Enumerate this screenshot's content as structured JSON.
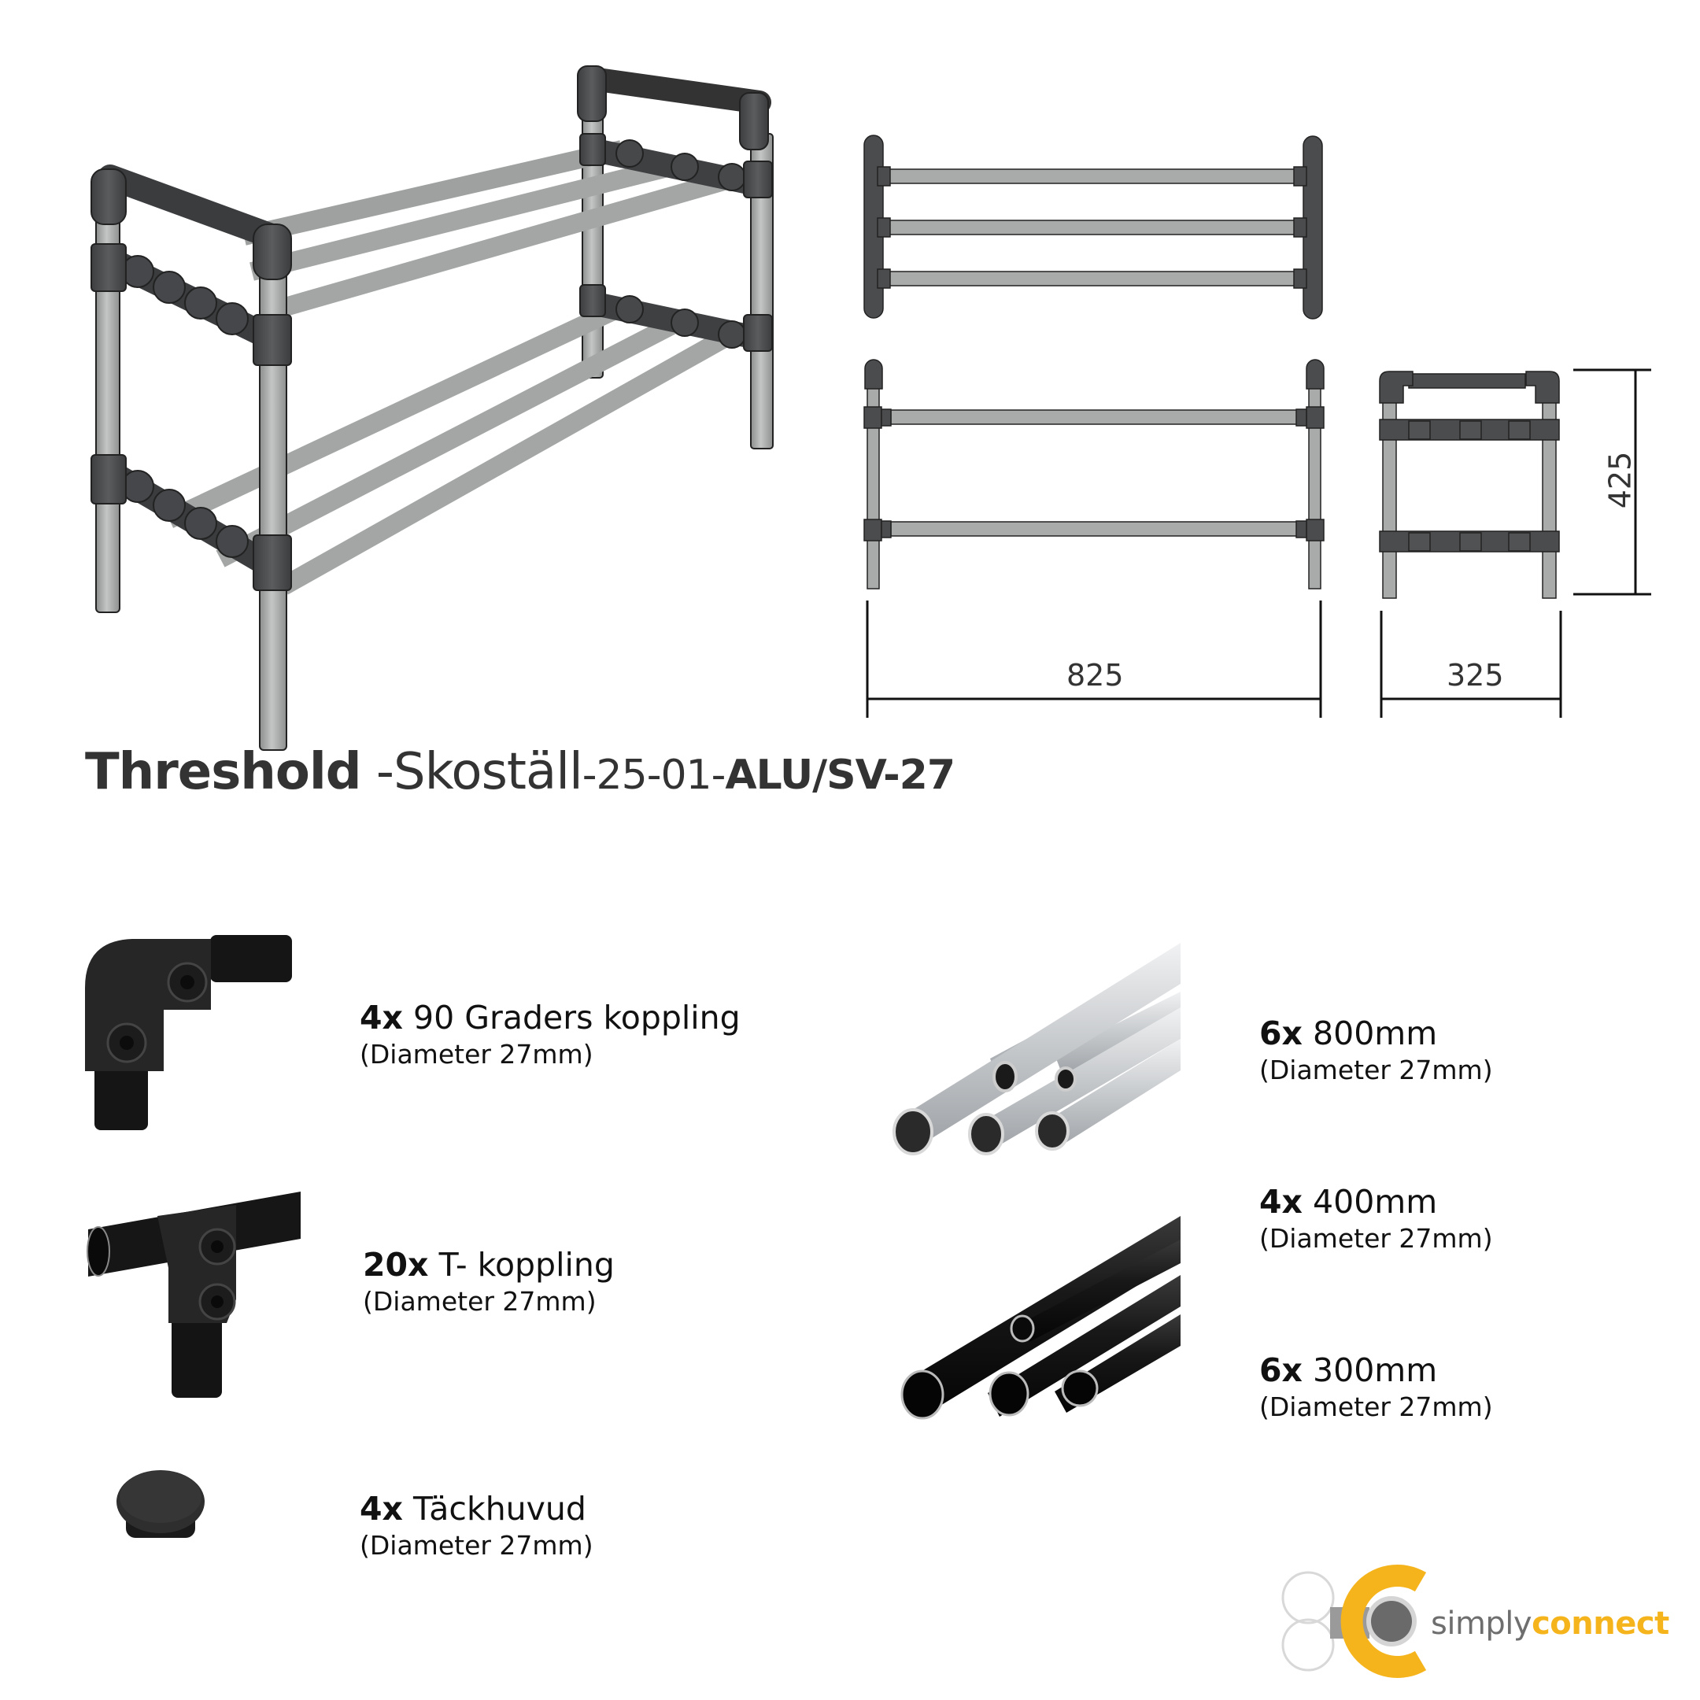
{
  "product": {
    "title_brand": "Threshold",
    "title_separator": " -",
    "title_name": "Skoställ",
    "title_code": "-25-01-",
    "title_variant": "ALU/SV-27"
  },
  "drawings": {
    "views": [
      "isometric",
      "top",
      "front",
      "side"
    ],
    "dimensions": {
      "width": "825",
      "depth": "325",
      "height": "425"
    },
    "colors": {
      "fitting": "#4a4c4e",
      "tube": "#a9abab",
      "outline": "#2a2a2a",
      "dimension_line": "#111111"
    }
  },
  "parts_left": [
    {
      "qty": "4x",
      "name": "90 Graders koppling",
      "spec": "(Diameter 27mm)",
      "icon": "elbow-fitting-icon"
    },
    {
      "qty": "20x",
      "name": "T- koppling",
      "spec": "(Diameter 27mm)",
      "icon": "tee-fitting-icon"
    },
    {
      "qty": "4x",
      "name": "Täckhuvud",
      "spec": "(Diameter 27mm)",
      "icon": "end-cap-icon"
    }
  ],
  "parts_right": [
    {
      "qty": "6x",
      "name": "800mm",
      "spec": "(Diameter 27mm)",
      "icon": "aluminium-tubes-icon"
    },
    {
      "qty": "4x",
      "name": "400mm",
      "spec": "(Diameter 27mm)",
      "icon": "black-tubes-icon"
    },
    {
      "qty": "6x",
      "name": "300mm",
      "spec": "(Diameter 27mm)",
      "icon": "black-tubes-icon"
    }
  ],
  "logo": {
    "text_simply": "simply",
    "text_connect": "connect",
    "accent_color": "#f5b41b",
    "gray_color": "#6e6e6e"
  }
}
